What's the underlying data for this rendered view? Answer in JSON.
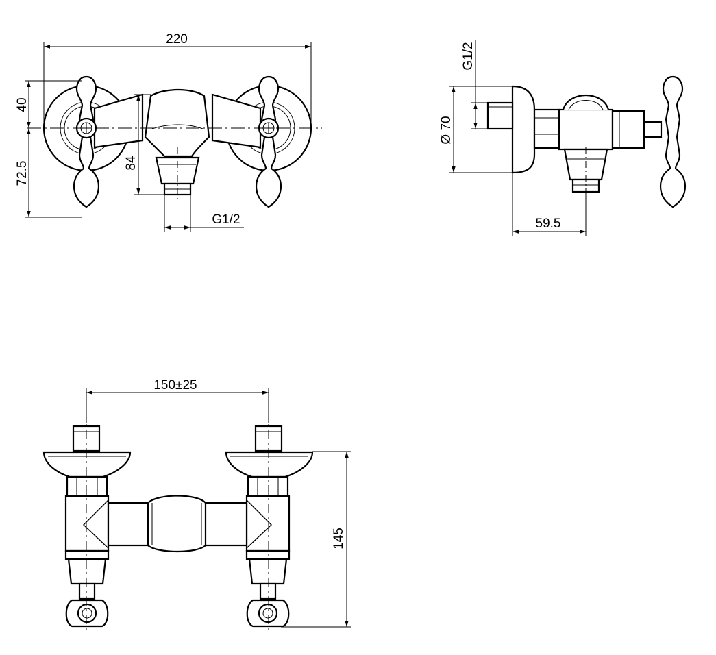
{
  "colors": {
    "line": "#000000",
    "background": "#ffffff"
  },
  "front_view": {
    "width_label": "220",
    "top_offset_label": "40",
    "bottom_offset_label": "72.5",
    "spout_height_label": "84",
    "outlet_thread_label": "G1/2"
  },
  "side_view": {
    "inlet_thread_label": "G1/2",
    "flange_diameter_label": "Ø 70",
    "depth_label": "59.5"
  },
  "bottom_view": {
    "centers_label": "150±25",
    "height_label": "145"
  }
}
